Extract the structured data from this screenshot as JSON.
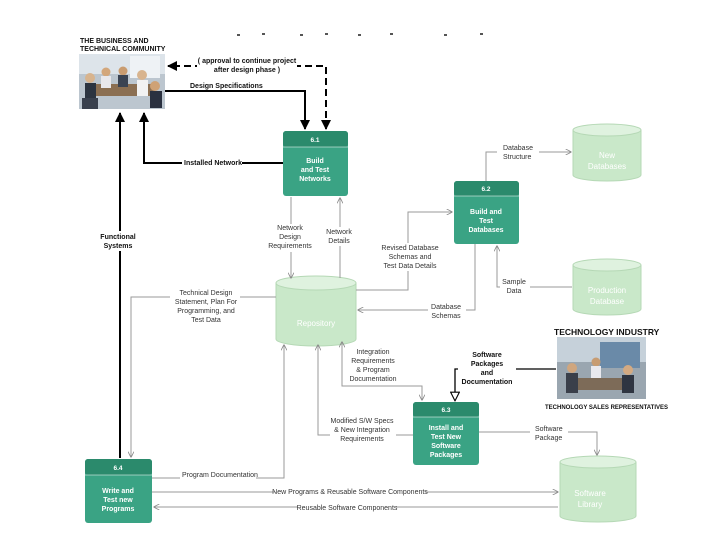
{
  "external_entities": {
    "business_community": {
      "title_line1": "THE BUSINESS AND",
      "title_line2": "TECHNICAL COMMUNITY"
    },
    "technology_industry": {
      "title": "TECHNOLOGY INDUSTRY",
      "caption": "TECHNOLOGY SALES REPRESENTATIVES"
    }
  },
  "processes": {
    "p61": {
      "number": "6.1",
      "line1": "Build",
      "line2": "and Test",
      "line3": "Networks"
    },
    "p62": {
      "number": "6.2",
      "line1": "Build and",
      "line2": "Test",
      "line3": "Databases"
    },
    "p63": {
      "number": "6.3",
      "line1": "Install and",
      "line2": "Test New",
      "line3": "Software",
      "line4": "Packages"
    },
    "p64": {
      "number": "6.4",
      "line1": "Write and",
      "line2": "Test new",
      "line3": "Programs"
    }
  },
  "stores": {
    "new_databases": {
      "line1": "New",
      "line2": "Databases"
    },
    "production_database": {
      "line1": "Production",
      "line2": "Database"
    },
    "repository": {
      "line1": "Repository"
    },
    "software_library": {
      "line1": "Software",
      "line2": "Library"
    }
  },
  "flows": {
    "approval": {
      "line1": "( approval to continue project",
      "line2": "after design phase )"
    },
    "design_specifications": "Design Specifications",
    "installed_network": "Installed Network",
    "functional_systems": {
      "line1": "Functional",
      "line2": "Systems"
    },
    "network_design_requirements": {
      "line1": "Network",
      "line2": "Design",
      "line3": "Requirements"
    },
    "network_details": {
      "line1": "Network",
      "line2": "Details"
    },
    "database_structure": {
      "line1": "Database",
      "line2": "Structure"
    },
    "revised_database": {
      "line1": "Revised Database",
      "line2": "Schemas and",
      "line3": "Test Data Details"
    },
    "sample_data": {
      "line1": "Sample",
      "line2": "Data"
    },
    "database_schemas": {
      "line1": "Database",
      "line2": "Schemas"
    },
    "technical_design": {
      "line1": "Technical Design",
      "line2": "Statement, Plan For",
      "line3": "Programming, and",
      "line4": "Test Data"
    },
    "integration_requirements": {
      "line1": "Integration",
      "line2": "Requirements",
      "line3": "& Program",
      "line4": "Documentation"
    },
    "software_packages_doc": {
      "line1": "Software",
      "line2": "Packages",
      "line3": "and",
      "line4": "Documentation"
    },
    "modified_sw_specs": {
      "line1": "Modified S/W Specs",
      "line2": "& New Integration",
      "line3": "Requirements"
    },
    "software_package": {
      "line1": "Software",
      "line2": "Package"
    },
    "program_documentation": "Program Documentation",
    "new_programs": "New Programs & Reusable Software Components",
    "reusable_components": "Reusable Software Components"
  },
  "colors": {
    "process_fill": "#3aa384",
    "process_header": "#2b8a6c",
    "store_fill": "#c9e8c9",
    "line": "#9a9a9a",
    "bold_line": "#000000"
  }
}
